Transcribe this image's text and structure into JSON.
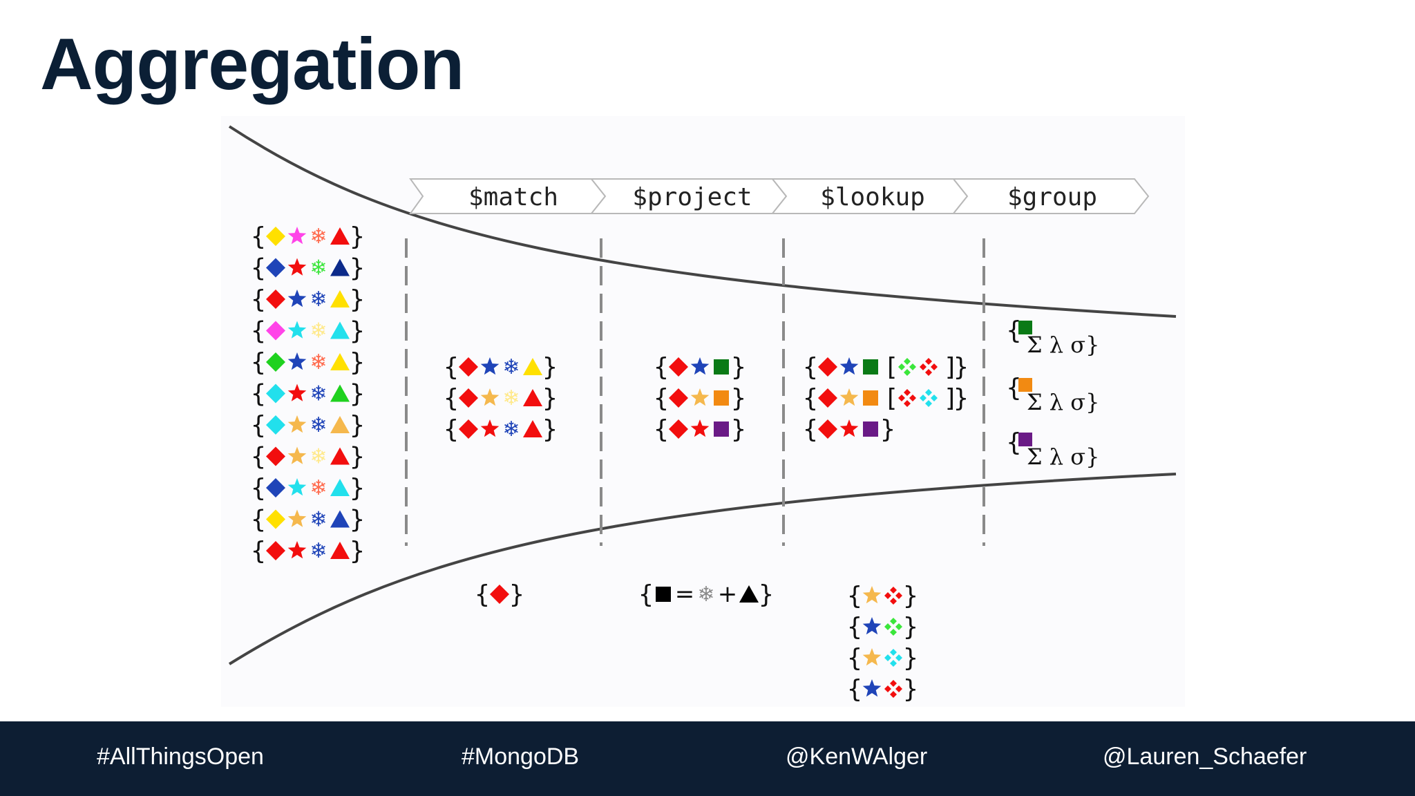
{
  "slide": {
    "title": "Aggregation"
  },
  "pipeline": {
    "stages": [
      "$match",
      "$project",
      "$lookup",
      "$group"
    ]
  },
  "colors": {
    "yellow": "#ffe000",
    "magenta": "#ff44e8",
    "red": "#f20e0e",
    "blue": "#1f44b8",
    "navy": "#0c2a8a",
    "green": "#1fd11f",
    "lime": "#3be63b",
    "cyan": "#22e0ec",
    "orange": "#f5b84d",
    "darkgreen": "#0a7a16",
    "purple": "#6a1a86",
    "orangesq": "#f28a12",
    "black": "#000000",
    "salmon": "#ff6a4d",
    "lightyellow": "#ffe98a"
  },
  "groups": {
    "input": [
      [
        [
          "diamond",
          "yellow"
        ],
        [
          "star",
          "magenta"
        ],
        [
          "flake",
          "salmon"
        ],
        [
          "triangle",
          "red"
        ]
      ],
      [
        [
          "diamond",
          "blue"
        ],
        [
          "star",
          "red"
        ],
        [
          "flake",
          "lime"
        ],
        [
          "triangle",
          "navy"
        ]
      ],
      [
        [
          "diamond",
          "red"
        ],
        [
          "star",
          "blue"
        ],
        [
          "flake",
          "blue"
        ],
        [
          "triangle",
          "yellow"
        ]
      ],
      [
        [
          "diamond",
          "magenta"
        ],
        [
          "star",
          "cyan"
        ],
        [
          "flake",
          "lightyellow"
        ],
        [
          "triangle",
          "cyan"
        ]
      ],
      [
        [
          "diamond",
          "green"
        ],
        [
          "star",
          "blue"
        ],
        [
          "flake",
          "salmon"
        ],
        [
          "triangle",
          "yellow"
        ]
      ],
      [
        [
          "diamond",
          "cyan"
        ],
        [
          "star",
          "red"
        ],
        [
          "flake",
          "blue"
        ],
        [
          "triangle",
          "green"
        ]
      ],
      [
        [
          "diamond",
          "cyan"
        ],
        [
          "star",
          "orange"
        ],
        [
          "flake",
          "blue"
        ],
        [
          "triangle",
          "orange"
        ]
      ],
      [
        [
          "diamond",
          "red"
        ],
        [
          "star",
          "orange"
        ],
        [
          "flake",
          "lightyellow"
        ],
        [
          "triangle",
          "red"
        ]
      ],
      [
        [
          "diamond",
          "blue"
        ],
        [
          "star",
          "cyan"
        ],
        [
          "flake",
          "salmon"
        ],
        [
          "triangle",
          "cyan"
        ]
      ],
      [
        [
          "diamond",
          "yellow"
        ],
        [
          "star",
          "orange"
        ],
        [
          "flake",
          "blue"
        ],
        [
          "triangle",
          "blue"
        ]
      ],
      [
        [
          "diamond",
          "red"
        ],
        [
          "star",
          "red"
        ],
        [
          "flake",
          "blue"
        ],
        [
          "triangle",
          "red"
        ]
      ]
    ],
    "match_out": [
      [
        [
          "diamond",
          "red"
        ],
        [
          "star",
          "blue"
        ],
        [
          "flake",
          "blue"
        ],
        [
          "triangle",
          "yellow"
        ]
      ],
      [
        [
          "diamond",
          "red"
        ],
        [
          "star",
          "orange"
        ],
        [
          "flake",
          "lightyellow"
        ],
        [
          "triangle",
          "red"
        ]
      ],
      [
        [
          "diamond",
          "red"
        ],
        [
          "star",
          "red"
        ],
        [
          "flake",
          "blue"
        ],
        [
          "triangle",
          "red"
        ]
      ]
    ],
    "project_out": [
      [
        [
          "diamond",
          "red"
        ],
        [
          "star",
          "blue"
        ],
        [
          "square",
          "darkgreen"
        ]
      ],
      [
        [
          "diamond",
          "red"
        ],
        [
          "star",
          "orange"
        ],
        [
          "square",
          "orangesq"
        ]
      ],
      [
        [
          "diamond",
          "red"
        ],
        [
          "star",
          "red"
        ],
        [
          "square",
          "purple"
        ]
      ]
    ],
    "lookup_out": [
      [
        [
          "diamond",
          "red"
        ],
        [
          "star",
          "blue"
        ],
        [
          "square",
          "darkgreen"
        ],
        [
          "bracket-open",
          ""
        ],
        [
          "clover",
          "lime"
        ],
        [
          "clover",
          "red"
        ],
        [
          "bracket-close",
          ""
        ]
      ],
      [
        [
          "diamond",
          "red"
        ],
        [
          "star",
          "orange"
        ],
        [
          "square",
          "orangesq"
        ],
        [
          "bracket-open",
          ""
        ],
        [
          "clover",
          "red"
        ],
        [
          "clover",
          "cyan"
        ],
        [
          "bracket-close",
          ""
        ]
      ],
      [
        [
          "diamond",
          "red"
        ],
        [
          "star",
          "red"
        ],
        [
          "square",
          "purple"
        ]
      ]
    ],
    "group_out": [
      {
        "square": "darkgreen",
        "text": "Σ λ σ"
      },
      {
        "square": "orangesq",
        "text": "Σ λ σ"
      },
      {
        "square": "purple",
        "text": "Σ λ σ"
      }
    ],
    "match_filter": [
      [
        [
          "diamond",
          "red"
        ]
      ]
    ],
    "project_expr": [
      [
        [
          "square",
          "black"
        ],
        [
          "text",
          "="
        ],
        [
          "flake",
          "gray"
        ],
        [
          "text",
          "+"
        ],
        [
          "triangle",
          "black"
        ]
      ]
    ],
    "lookup_foreign": [
      [
        [
          "star",
          "orange"
        ],
        [
          "clover",
          "red"
        ]
      ],
      [
        [
          "star",
          "blue"
        ],
        [
          "clover",
          "lime"
        ]
      ],
      [
        [
          "star",
          "orange"
        ],
        [
          "clover",
          "cyan"
        ]
      ],
      [
        [
          "star",
          "blue"
        ],
        [
          "clover",
          "red"
        ]
      ]
    ]
  },
  "footer": {
    "items": [
      "#AllThingsOpen",
      "#MongoDB",
      "@KenWAlger",
      "@Lauren_Schaefer"
    ]
  }
}
